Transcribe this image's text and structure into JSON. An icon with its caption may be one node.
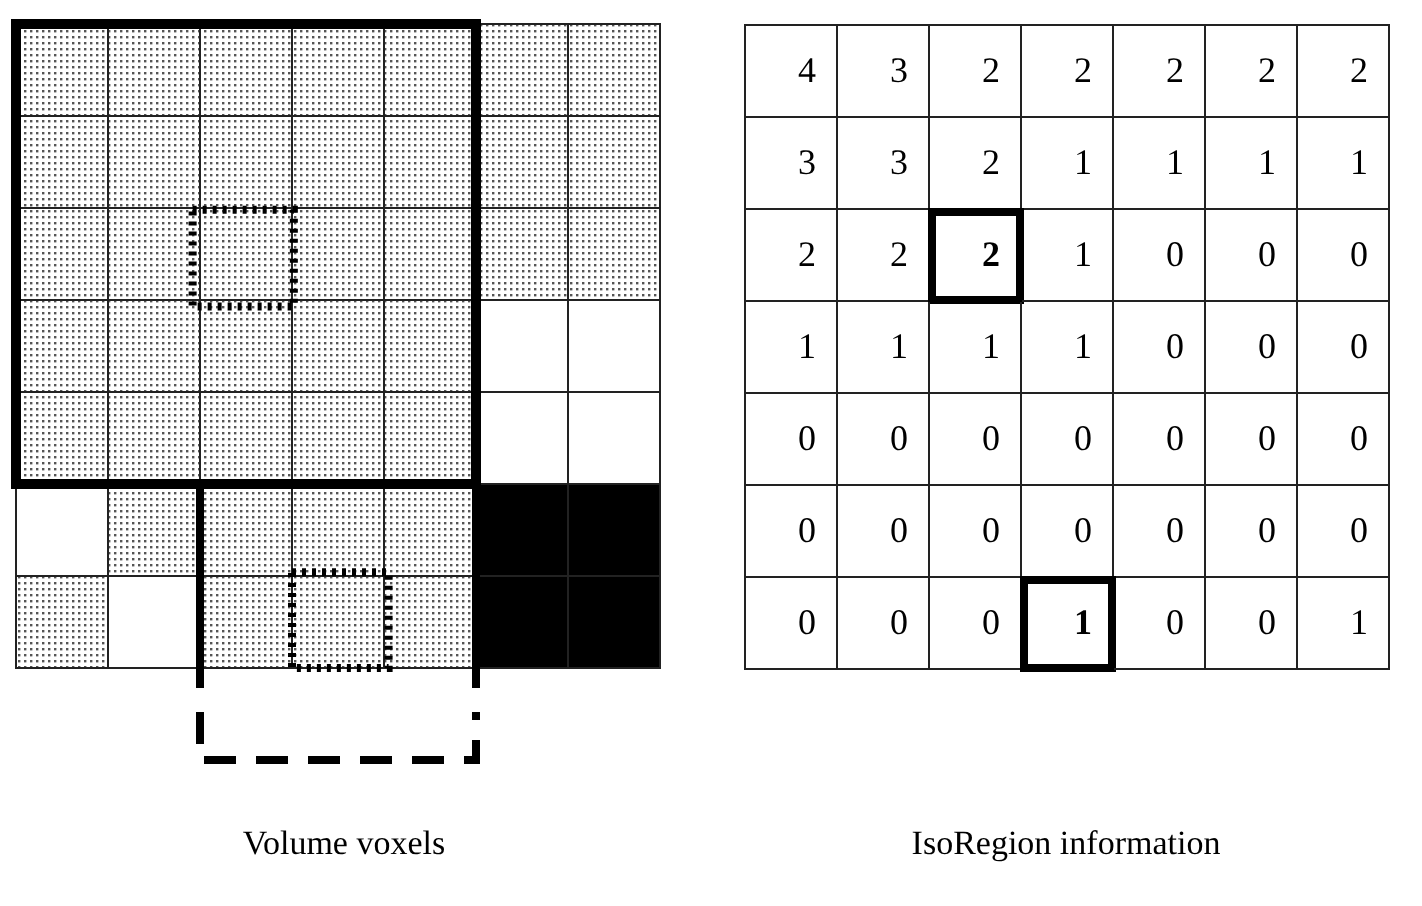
{
  "diagram": {
    "labels": [
      "4",
      "3",
      "2",
      "2",
      "2",
      "2",
      "2",
      "3",
      "3",
      "2",
      "1",
      "1",
      "1",
      "1",
      "2",
      "2",
      "2",
      "1",
      "0",
      "0",
      "0",
      "1",
      "1",
      "1",
      "1",
      "0",
      "0",
      "0",
      "0",
      "0",
      "0",
      "0",
      "0",
      "0",
      "0",
      "0",
      "0",
      "0",
      "0",
      "0",
      "0",
      "0",
      "0",
      "0",
      "0",
      "1",
      "0",
      "0",
      "1",
      "Volume voxels",
      "IsoRegion information"
    ]
  }
}
